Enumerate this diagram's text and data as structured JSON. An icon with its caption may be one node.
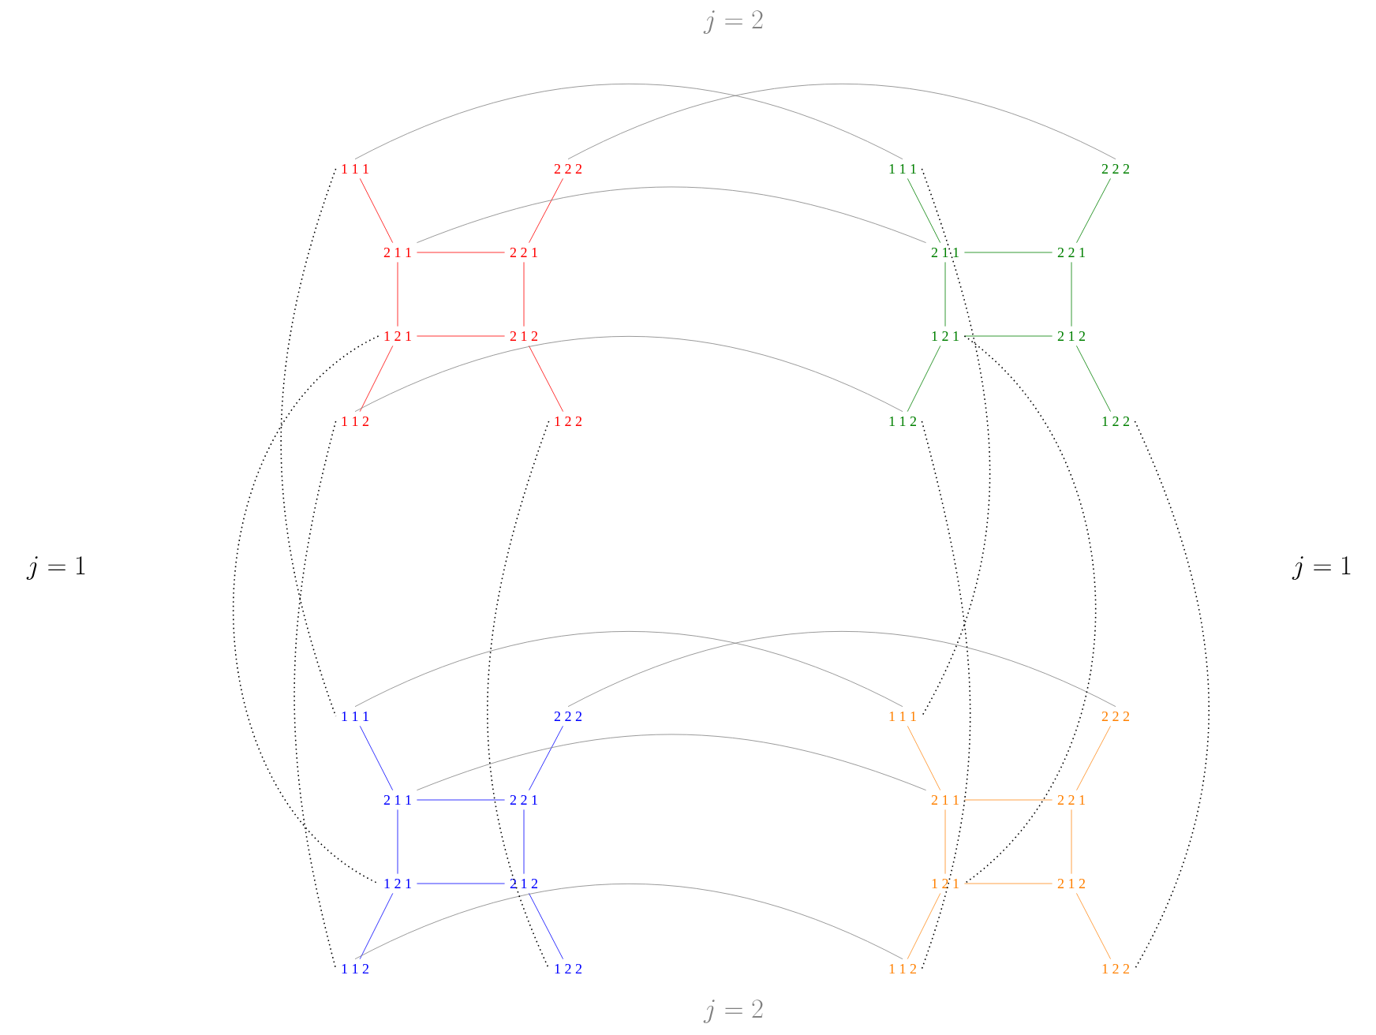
{
  "diagram": {
    "nodes": [
      {
        "text": [
          "1 1 1"
        ]
      },
      {
        "text": [
          "2 2 2"
        ]
      },
      {
        "text": [
          "2 1 1"
        ]
      },
      {
        "text": [
          "2 2 1"
        ]
      },
      {
        "text": [
          "1 2 1"
        ]
      },
      {
        "text": [
          "2 1 2"
        ]
      },
      {
        "text": [
          "1 1 2"
        ]
      },
      {
        "text": [
          "1 2 2"
        ]
      },
      {
        "text": [
          "1 1 1"
        ]
      },
      {
        "text": [
          "2 2 2"
        ]
      },
      {
        "text": [
          "2 1 1"
        ]
      },
      {
        "text": [
          "2 2 1"
        ]
      },
      {
        "text": [
          "1 2 1"
        ]
      },
      {
        "text": [
          "2 1 2"
        ]
      },
      {
        "text": [
          "1 1 2"
        ]
      },
      {
        "text": [
          "1 2 2"
        ]
      },
      {
        "text": [
          "1 1 1"
        ]
      },
      {
        "text": [
          "2 2 2"
        ]
      },
      {
        "text": [
          "2 1 1"
        ]
      },
      {
        "text": [
          "2 2 1"
        ]
      },
      {
        "text": [
          "1 2 1"
        ]
      },
      {
        "text": [
          "2 1 2"
        ]
      },
      {
        "text": [
          "1 1 2"
        ]
      },
      {
        "text": [
          "1 2 2"
        ]
      },
      {
        "text": [
          "1 1 1"
        ]
      },
      {
        "text": [
          "2 2 2"
        ]
      },
      {
        "text": [
          "2 1 1"
        ]
      },
      {
        "text": [
          "2 2 1"
        ]
      },
      {
        "text": [
          "1 2 1"
        ]
      },
      {
        "text": [
          "2 1 2"
        ]
      },
      {
        "text": [
          "1 1 2"
        ]
      },
      {
        "text": [
          "1 2 2"
        ]
      }
    ],
    "edges": [
      {
        "from": 0,
        "to": 2,
        "arrow": "none",
        "color": "#ff0000"
      },
      {
        "from": 1,
        "to": 3,
        "arrow": "none",
        "color": "#ff0000"
      },
      {
        "from": 2,
        "to": 3,
        "arrow": "none",
        "color": "#ff0000"
      },
      {
        "from": 2,
        "to": 4,
        "arrow": "none",
        "color": "#ff0000"
      },
      {
        "from": 3,
        "to": 5,
        "arrow": "none",
        "color": "#ff0000"
      },
      {
        "from": 4,
        "to": 5,
        "arrow": "none",
        "color": "#ff0000"
      },
      {
        "from": 4,
        "to": 6,
        "arrow": "none",
        "color": "#ff0000"
      },
      {
        "from": 5,
        "to": 7,
        "arrow": "none",
        "color": "#ff0000"
      },
      {
        "from": 8,
        "to": 10,
        "arrow": "none",
        "color": "#008000"
      },
      {
        "from": 9,
        "to": 11,
        "arrow": "none",
        "color": "#008000"
      },
      {
        "from": 10,
        "to": 11,
        "arrow": "none",
        "color": "#008000"
      },
      {
        "from": 10,
        "to": 12,
        "arrow": "none",
        "color": "#008000"
      },
      {
        "from": 11,
        "to": 13,
        "arrow": "none",
        "color": "#008000"
      },
      {
        "from": 12,
        "to": 13,
        "arrow": "none",
        "color": "#008000"
      },
      {
        "from": 12,
        "to": 14,
        "arrow": "none",
        "color": "#008000"
      },
      {
        "from": 13,
        "to": 15,
        "arrow": "none",
        "color": "#008000"
      },
      {
        "from": 16,
        "to": 18,
        "arrow": "none",
        "color": "#0000ff"
      },
      {
        "from": 17,
        "to": 19,
        "arrow": "none",
        "color": "#0000ff"
      },
      {
        "from": 18,
        "to": 19,
        "arrow": "none",
        "color": "#0000ff"
      },
      {
        "from": 18,
        "to": 20,
        "arrow": "none",
        "color": "#0000ff"
      },
      {
        "from": 19,
        "to": 21,
        "arrow": "none",
        "color": "#0000ff"
      },
      {
        "from": 20,
        "to": 21,
        "arrow": "none",
        "color": "#0000ff"
      },
      {
        "from": 20,
        "to": 22,
        "arrow": "none",
        "color": "#0000ff"
      },
      {
        "from": 21,
        "to": 23,
        "arrow": "none",
        "color": "#0000ff"
      },
      {
        "from": 24,
        "to": 26,
        "arrow": "none",
        "color": "#ff8c1a"
      },
      {
        "from": 25,
        "to": 27,
        "arrow": "none",
        "color": "#ff8c1a"
      },
      {
        "from": 26,
        "to": 27,
        "arrow": "none",
        "color": "#ff8c1a"
      },
      {
        "from": 26,
        "to": 28,
        "arrow": "none",
        "color": "#ff8c1a"
      },
      {
        "from": 27,
        "to": 29,
        "arrow": "none",
        "color": "#ff8c1a"
      },
      {
        "from": 28,
        "to": 29,
        "arrow": "none",
        "color": "#ff8c1a"
      },
      {
        "from": 28,
        "to": 30,
        "arrow": "none",
        "color": "#ff8c1a"
      },
      {
        "from": 29,
        "to": 31,
        "arrow": "none",
        "color": "#ff8c1a"
      },
      {
        "from": 0,
        "to": 8,
        "arrow": "none",
        "color": "#808080"
      },
      {
        "from": 1,
        "to": 9,
        "arrow": "none",
        "color": "#808080"
      },
      {
        "from": 2,
        "to": 10,
        "arrow": "none",
        "color": "#808080"
      },
      {
        "from": 6,
        "to": 14,
        "arrow": "none",
        "color": "#808080"
      },
      {
        "from": 16,
        "to": 24,
        "arrow": "none",
        "color": "#808080"
      },
      {
        "from": 17,
        "to": 25,
        "arrow": "none",
        "color": "#808080"
      },
      {
        "from": 18,
        "to": 26,
        "arrow": "none",
        "color": "#808080"
      },
      {
        "from": 22,
        "to": 30,
        "arrow": "none",
        "color": "#808080"
      },
      {
        "from": 0,
        "to": 16,
        "arrow": "none",
        "style": "dashed",
        "color": "#000000"
      },
      {
        "from": 4,
        "to": 20,
        "arrow": "none",
        "style": "dashed",
        "color": "#000000"
      },
      {
        "from": 6,
        "to": 22,
        "arrow": "none",
        "style": "dashed",
        "color": "#000000"
      },
      {
        "from": 7,
        "to": 23,
        "arrow": "none",
        "style": "dashed",
        "color": "#000000"
      },
      {
        "from": 8,
        "to": 24,
        "arrow": "none",
        "style": "dashed",
        "color": "#000000"
      },
      {
        "from": 12,
        "to": 28,
        "arrow": "none",
        "style": "dashed",
        "color": "#000000"
      },
      {
        "from": 14,
        "to": 30,
        "arrow": "none",
        "style": "dashed",
        "color": "#000000"
      },
      {
        "from": 15,
        "to": 31,
        "arrow": "none",
        "style": "dashed",
        "color": "#000000"
      }
    ],
    "labels": [
      "j = 2",
      "j = 1",
      "j = 1",
      "j = 2"
    ]
  }
}
